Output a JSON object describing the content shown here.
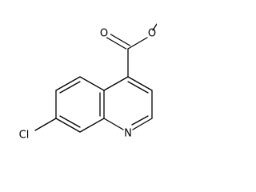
{
  "molecule": {
    "atoms": {
      "carbonyl_oxygen": "O",
      "ester_oxygen": "O",
      "ring_nitrogen": "N",
      "chlorine": "Cl"
    }
  }
}
